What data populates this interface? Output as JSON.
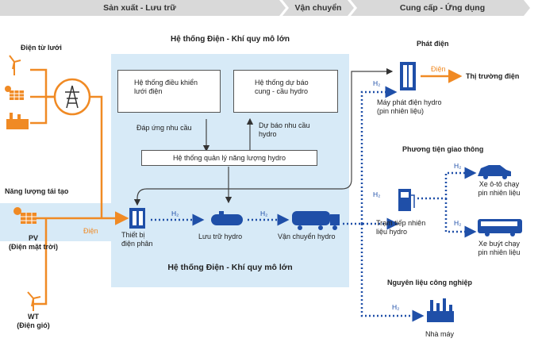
{
  "header": {
    "col1": "Sản xuất - Lưu trữ",
    "col2": "Vận chuyển",
    "col3": "Cung cấp - Ứng dụng"
  },
  "left": {
    "grid_power": "Điện từ lưới",
    "renewable": "Năng lượng tái tạo",
    "pv_label": "PV\n(Điện mặt trời)",
    "wt_label": "WT\n(Điện gió)",
    "electricity": "Điện"
  },
  "system": {
    "title_top": "Hệ thống Điện - Khí quy mô lớn",
    "title_bottom": "Hệ thống Điện - Khí quy mô lớn",
    "grid_control": "Hệ thống điều khiển\nlưới điện",
    "forecast": "Hệ thống dự báo\ncung - cầu hydro",
    "demand_response": "Đáp ứng nhu cầu",
    "demand_forecast": "Dự báo nhu cầu\nhydro",
    "energy_mgmt": "Hệ thống quản lý năng lượng hydro",
    "electrolyzer": "Thiết bị\nđiện phân",
    "storage": "Lưu trữ hydro",
    "transport": "Vận chuyển hydro"
  },
  "h2": "H₂",
  "right": {
    "power_gen_title": "Phát điện",
    "fuel_cell_gen": "Máy phát điện hydro\n(pin nhiên liệu)",
    "electricity": "Điện",
    "power_market": "Thị trường điện",
    "vehicles_title": "Phương tiện giao thông",
    "station": "Trạm tiếp nhiên\nliệu hydro",
    "fcv": "Xe ô-tô chạy\npin nhiên liệu",
    "fcbus": "Xe buýt chạy\npin nhiên liệu",
    "industry_title": "Nguyên liệu công nghiệp",
    "factory": "Nhà máy"
  },
  "colors": {
    "orange": "#f08a24",
    "blue": "#1f4fa8",
    "panel": "#d7eaf7",
    "header": "#d9d9d9"
  }
}
